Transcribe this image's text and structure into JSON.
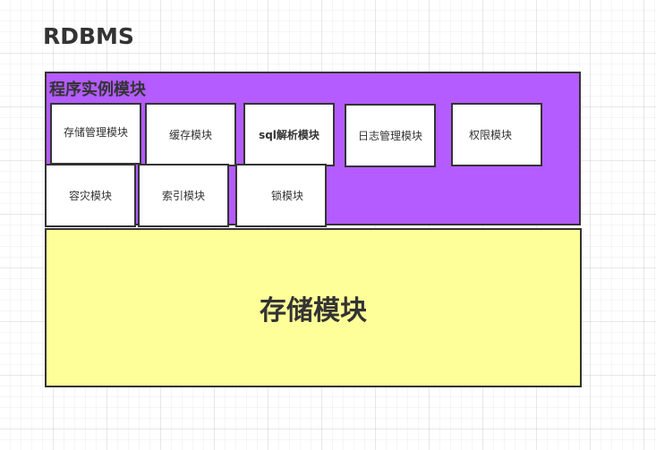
{
  "title": "RDBMS",
  "instance": {
    "label": "程序实例模块",
    "color": "#b45cff",
    "modules": [
      "存储管理模块",
      "缓存模块",
      "sql解析模块",
      "日志管理模块",
      "权限模块",
      "容灾模块",
      "索引模块",
      "锁模块"
    ]
  },
  "storage": {
    "label": "存储模块",
    "color": "#ffff99"
  }
}
